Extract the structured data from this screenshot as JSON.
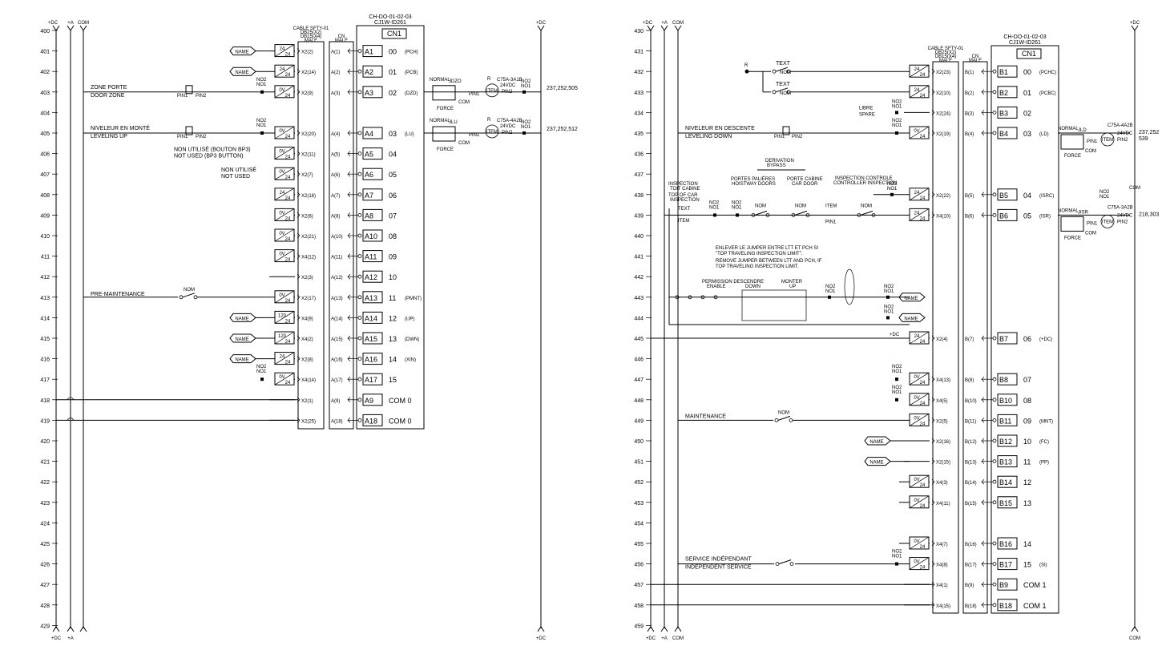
{
  "left_sheet": {
    "rail_labels": [
      "+DC",
      "+A",
      "COM"
    ],
    "right_rail_label": "+DC",
    "bottom_rail_labels": [
      "+DC",
      "+A"
    ],
    "bottom_right_label": "+DC",
    "cable_label": "CABLE SFTY-01",
    "cable_sub": "DB25(X2)\nDB15(X4)\nMALE",
    "cn_male": "CN\nMALE",
    "module_code": "CH-DO-01-02-03",
    "module_part": "CJ1W-ID261",
    "connector": "CN1",
    "lines": [
      "400",
      "401",
      "402",
      "403",
      "404",
      "405",
      "406",
      "407",
      "408",
      "409",
      "410",
      "411",
      "412",
      "413",
      "414",
      "415",
      "416",
      "417",
      "418",
      "419",
      "420",
      "421",
      "422",
      "423",
      "424",
      "425",
      "426",
      "427",
      "428",
      "429"
    ],
    "rows": [
      {
        "line": "401",
        "device": "24/24",
        "pin": "X2(2)",
        "cn": "A(1)",
        "term": "A1",
        "num": "00",
        "fn": "(PCH)",
        "name": "NAME"
      },
      {
        "line": "402",
        "device": "24/24",
        "pin": "X2(14)",
        "cn": "A(2)",
        "term": "A2",
        "num": "01",
        "fn": "(PCB)",
        "name": "NAME"
      },
      {
        "line": "403",
        "device": "0V/24",
        "pin": "X2(9)",
        "cn": "A(3)",
        "term": "A3",
        "num": "02",
        "fn": "(DZD)",
        "name": ""
      },
      {
        "line": "405",
        "device": "0V/24",
        "pin": "X2(20)",
        "cn": "A(4)",
        "term": "A4",
        "num": "03",
        "fn": "(LU)",
        "name": ""
      },
      {
        "line": "406",
        "device": "0V/24",
        "pin": "X2(11)",
        "cn": "A(5)",
        "term": "A5",
        "num": "04",
        "fn": "",
        "name": ""
      },
      {
        "line": "407",
        "device": "0V/24",
        "pin": "X2(7)",
        "cn": "A(6)",
        "term": "A6",
        "num": "05",
        "fn": "",
        "name": ""
      },
      {
        "line": "408",
        "device": "24/24",
        "pin": "X2(18)",
        "cn": "A(7)",
        "term": "A7",
        "num": "06",
        "fn": "",
        "name": ""
      },
      {
        "line": "409",
        "device": "0V/24",
        "pin": "X2(6)",
        "cn": "A(8)",
        "term": "A8",
        "num": "07",
        "fn": "",
        "name": ""
      },
      {
        "line": "410",
        "device": "0V/24",
        "pin": "X2(21)",
        "cn": "A(10)",
        "term": "A10",
        "num": "08",
        "fn": "",
        "name": ""
      },
      {
        "line": "411",
        "device": "0V/24",
        "pin": "X4(12)",
        "cn": "A(11)",
        "term": "A11",
        "num": "09",
        "fn": "",
        "name": ""
      },
      {
        "line": "412",
        "device": "",
        "pin": "X2(3)",
        "cn": "A(12)",
        "term": "A12",
        "num": "10",
        "fn": "",
        "name": ""
      },
      {
        "line": "413",
        "device": "0V/24",
        "pin": "X2(17)",
        "cn": "A(13)",
        "term": "A13",
        "num": "11",
        "fn": "(PMNT)",
        "name": ""
      },
      {
        "line": "414",
        "device": "120/24",
        "pin": "X4(9)",
        "cn": "A(14)",
        "term": "A14",
        "num": "12",
        "fn": "(UP)",
        "name": "NAME"
      },
      {
        "line": "415",
        "device": "120/24",
        "pin": "X4(2)",
        "cn": "A(15)",
        "term": "A15",
        "num": "13",
        "fn": "(DWN)",
        "name": "NAME"
      },
      {
        "line": "416",
        "device": "24/24",
        "pin": "X2(8)",
        "cn": "A(16)",
        "term": "A16",
        "num": "14",
        "fn": "(XIN)",
        "name": "NAME"
      },
      {
        "line": "417",
        "device": "0V/24",
        "pin": "X4(14)",
        "cn": "A(17)",
        "term": "A17",
        "num": "15",
        "fn": "",
        "name": ""
      },
      {
        "line": "418",
        "device": "",
        "pin": "X2(1)",
        "cn": "A(9)",
        "term": "A9",
        "num": "COM 0",
        "fn": "",
        "name": ""
      },
      {
        "line": "419",
        "device": "",
        "pin": "X2(25)",
        "cn": "A(18)",
        "term": "A18",
        "num": "COM 0",
        "fn": "",
        "name": ""
      }
    ],
    "notes": {
      "zone_fr": "ZONE PORTE",
      "zone_en": "DOOR ZONE",
      "lev_fr": "NIVELEUR EN MONTÉ",
      "lev_en": "LEVELING UP",
      "notused1_fr": "NON UTILISÉ (BOUTON BP3)",
      "notused1_en": "NOT USED (BP3 BUTTON)",
      "notused2_fr": "NON UTILISÉ",
      "notused2_en": "NOT USED",
      "premaint": "PRE-MAINTENANCE",
      "nom": "NOM",
      "item": "ITEM",
      "pin1": "PIN1",
      "pin2": "PIN2",
      "no2": "NO2",
      "no1": "NO1",
      "normal": "NORMAL",
      "force": "FORCE",
      "com": "COM",
      "jdzo": "JDZO",
      "jlu": "JLU",
      "r": "R",
      "relay1": "C75A-3A1B",
      "relay2": "C75A-4A2B",
      "vdc": "24VDC",
      "ref1": "237,252,505",
      "ref2": "237,252,512"
    }
  },
  "right_sheet": {
    "rail_labels": [
      "+DC",
      "+A",
      "COM"
    ],
    "right_rail_label": "+DC",
    "bottom_rail_labels": [
      "+DC",
      "+A",
      "COM"
    ],
    "bottom_right_label": "COM",
    "cable_label": "CABLE SFTY-01",
    "cable_sub": "DB25(X2)\nDB15(X4)\nMALE",
    "cn_male": "CN\nMALE",
    "module_code": "CH-DO-01-02-03",
    "module_part": "CJ1W-ID261",
    "connector": "CN1",
    "lines": [
      "430",
      "431",
      "432",
      "433",
      "434",
      "435",
      "436",
      "437",
      "438",
      "439",
      "440",
      "441",
      "442",
      "443",
      "444",
      "445",
      "446",
      "447",
      "448",
      "449",
      "450",
      "451",
      "452",
      "453",
      "454",
      "455",
      "456",
      "457",
      "458",
      "459"
    ],
    "rows": [
      {
        "line": "432",
        "device": "24/24",
        "pin": "X2(23)",
        "cn": "B(1)",
        "term": "B1",
        "num": "00",
        "fn": "(PCHC)",
        "name": ""
      },
      {
        "line": "433",
        "device": "24/24",
        "pin": "X2(10)",
        "cn": "B(2)",
        "term": "B2",
        "num": "01",
        "fn": "(PCBC)",
        "name": ""
      },
      {
        "line": "434",
        "device": "",
        "pin": "X2(24)",
        "cn": "B(3)",
        "term": "B3",
        "num": "02",
        "fn": "",
        "name": ""
      },
      {
        "line": "435",
        "device": "0V/24",
        "pin": "X2(19)",
        "cn": "B(4)",
        "term": "B4",
        "num": "03",
        "fn": "(LD)",
        "name": ""
      },
      {
        "line": "438",
        "device": "24/24",
        "pin": "X2(22)",
        "cn": "B(5)",
        "term": "B5",
        "num": "04",
        "fn": "(ISRC)",
        "name": ""
      },
      {
        "line": "439",
        "device": "24/24",
        "pin": "X4(10)",
        "cn": "B(6)",
        "term": "B6",
        "num": "05",
        "fn": "(ISR)",
        "name": ""
      },
      {
        "line": "445",
        "device": "24/24",
        "pin": "X2(4)",
        "cn": "B(7)",
        "term": "B7",
        "num": "06",
        "fn": "(+DC)",
        "name": ""
      },
      {
        "line": "447",
        "device": "0V/24",
        "pin": "X4(13)",
        "cn": "B(8)",
        "term": "B8",
        "num": "07",
        "fn": "",
        "name": ""
      },
      {
        "line": "448",
        "device": "0V/24",
        "pin": "X4(5)",
        "cn": "B(10)",
        "term": "B10",
        "num": "08",
        "fn": "",
        "name": ""
      },
      {
        "line": "449",
        "device": "0V/24",
        "pin": "X2(5)",
        "cn": "B(11)",
        "term": "B11",
        "num": "09",
        "fn": "(MNT)",
        "name": ""
      },
      {
        "line": "450",
        "device": "",
        "pin": "X2(16)",
        "cn": "B(12)",
        "term": "B12",
        "num": "10",
        "fn": "(FC)",
        "name": "NAME"
      },
      {
        "line": "451",
        "device": "",
        "pin": "X2(15)",
        "cn": "B(13)",
        "term": "B13",
        "num": "11",
        "fn": "(PP)",
        "name": "NAME"
      },
      {
        "line": "452",
        "device": "0V/24",
        "pin": "X4(3)",
        "cn": "B(14)",
        "term": "B14",
        "num": "12",
        "fn": "",
        "name": ""
      },
      {
        "line": "453",
        "device": "0V/24",
        "pin": "X4(11)",
        "cn": "B(15)",
        "term": "B15",
        "num": "13",
        "fn": "",
        "name": ""
      },
      {
        "line": "455",
        "device": "0V/24",
        "pin": "X4(7)",
        "cn": "B(16)",
        "term": "B16",
        "num": "14",
        "fn": "",
        "name": ""
      },
      {
        "line": "456",
        "device": "0V/24",
        "pin": "X4(8)",
        "cn": "B(17)",
        "term": "B17",
        "num": "15",
        "fn": "(SI)",
        "name": ""
      },
      {
        "line": "457",
        "device": "",
        "pin": "X4(1)",
        "cn": "B(9)",
        "term": "B9",
        "num": "COM 1",
        "fn": "",
        "name": ""
      },
      {
        "line": "458",
        "device": "",
        "pin": "X4(15)",
        "cn": "B(18)",
        "term": "B18",
        "num": "COM 1",
        "fn": "",
        "name": ""
      }
    ],
    "notes": {
      "text": "TEXT",
      "nom": "NOM",
      "r": "R",
      "libre": "LIBRE",
      "spare": "SPARE",
      "lev_fr": "NIVELEUR EN DESCENTE",
      "lev_en": "LEVELING DOWN",
      "deriv_fr": "DERIVATION",
      "deriv_en": "BYPASS",
      "portes_fr": "PORTES PALIÈRES",
      "portes_en": "HOISTWAY DOORS",
      "porte_cab_fr": "PORTE CABINE",
      "porte_cab_en": "CAR DOOR",
      "insp_ctrl_fr": "INSPECTION CONTROLE",
      "insp_ctrl_en": "CONTROLLER INSPECTION",
      "insp_top_fr": "INSPECTION",
      "insp_top_fr2": "TOIT CABINE",
      "insp_top_en": "TOP OF CAR",
      "insp_top_en2": "INSPECTION",
      "item": "ITEM",
      "pin1": "PIN1",
      "pin2": "PIN2",
      "no2": "NO2",
      "no1": "NO1",
      "jumper1": "ENLEVER LE JUMPER ENTRE LTT ET PCH SI",
      "jumper2": "\"TOP TRAVELING INSPECTION LIMIT\".",
      "jumper3": "REMOVE JUMPER BETWEEN LTT AND PCH, IF",
      "jumper4": "TOP TRAVELING INSPECTION LIMIT.",
      "perm_fr": "PERMISSION DESCENDRE",
      "perm_en": "ENABLE",
      "down": "DOWN",
      "monter": "MONTER",
      "up": "UP",
      "name": "NAME",
      "plus_dc": "+DC",
      "maint": "MAINTENANCE",
      "serv_fr": "SERVICE INDÉPENDANT",
      "serv_en": "INDEPENDENT SERVICE",
      "normal": "NORMAL",
      "force": "FORCE",
      "com": "COM",
      "jld": "JLD",
      "jisr": "JISR",
      "relay1": "C75A-4A2B",
      "relay2": "C75A-3A2B",
      "vdc": "24VDC",
      "ref1": "237,252\n539",
      "ref2": "218,303",
      "com_rail": "COM"
    }
  }
}
